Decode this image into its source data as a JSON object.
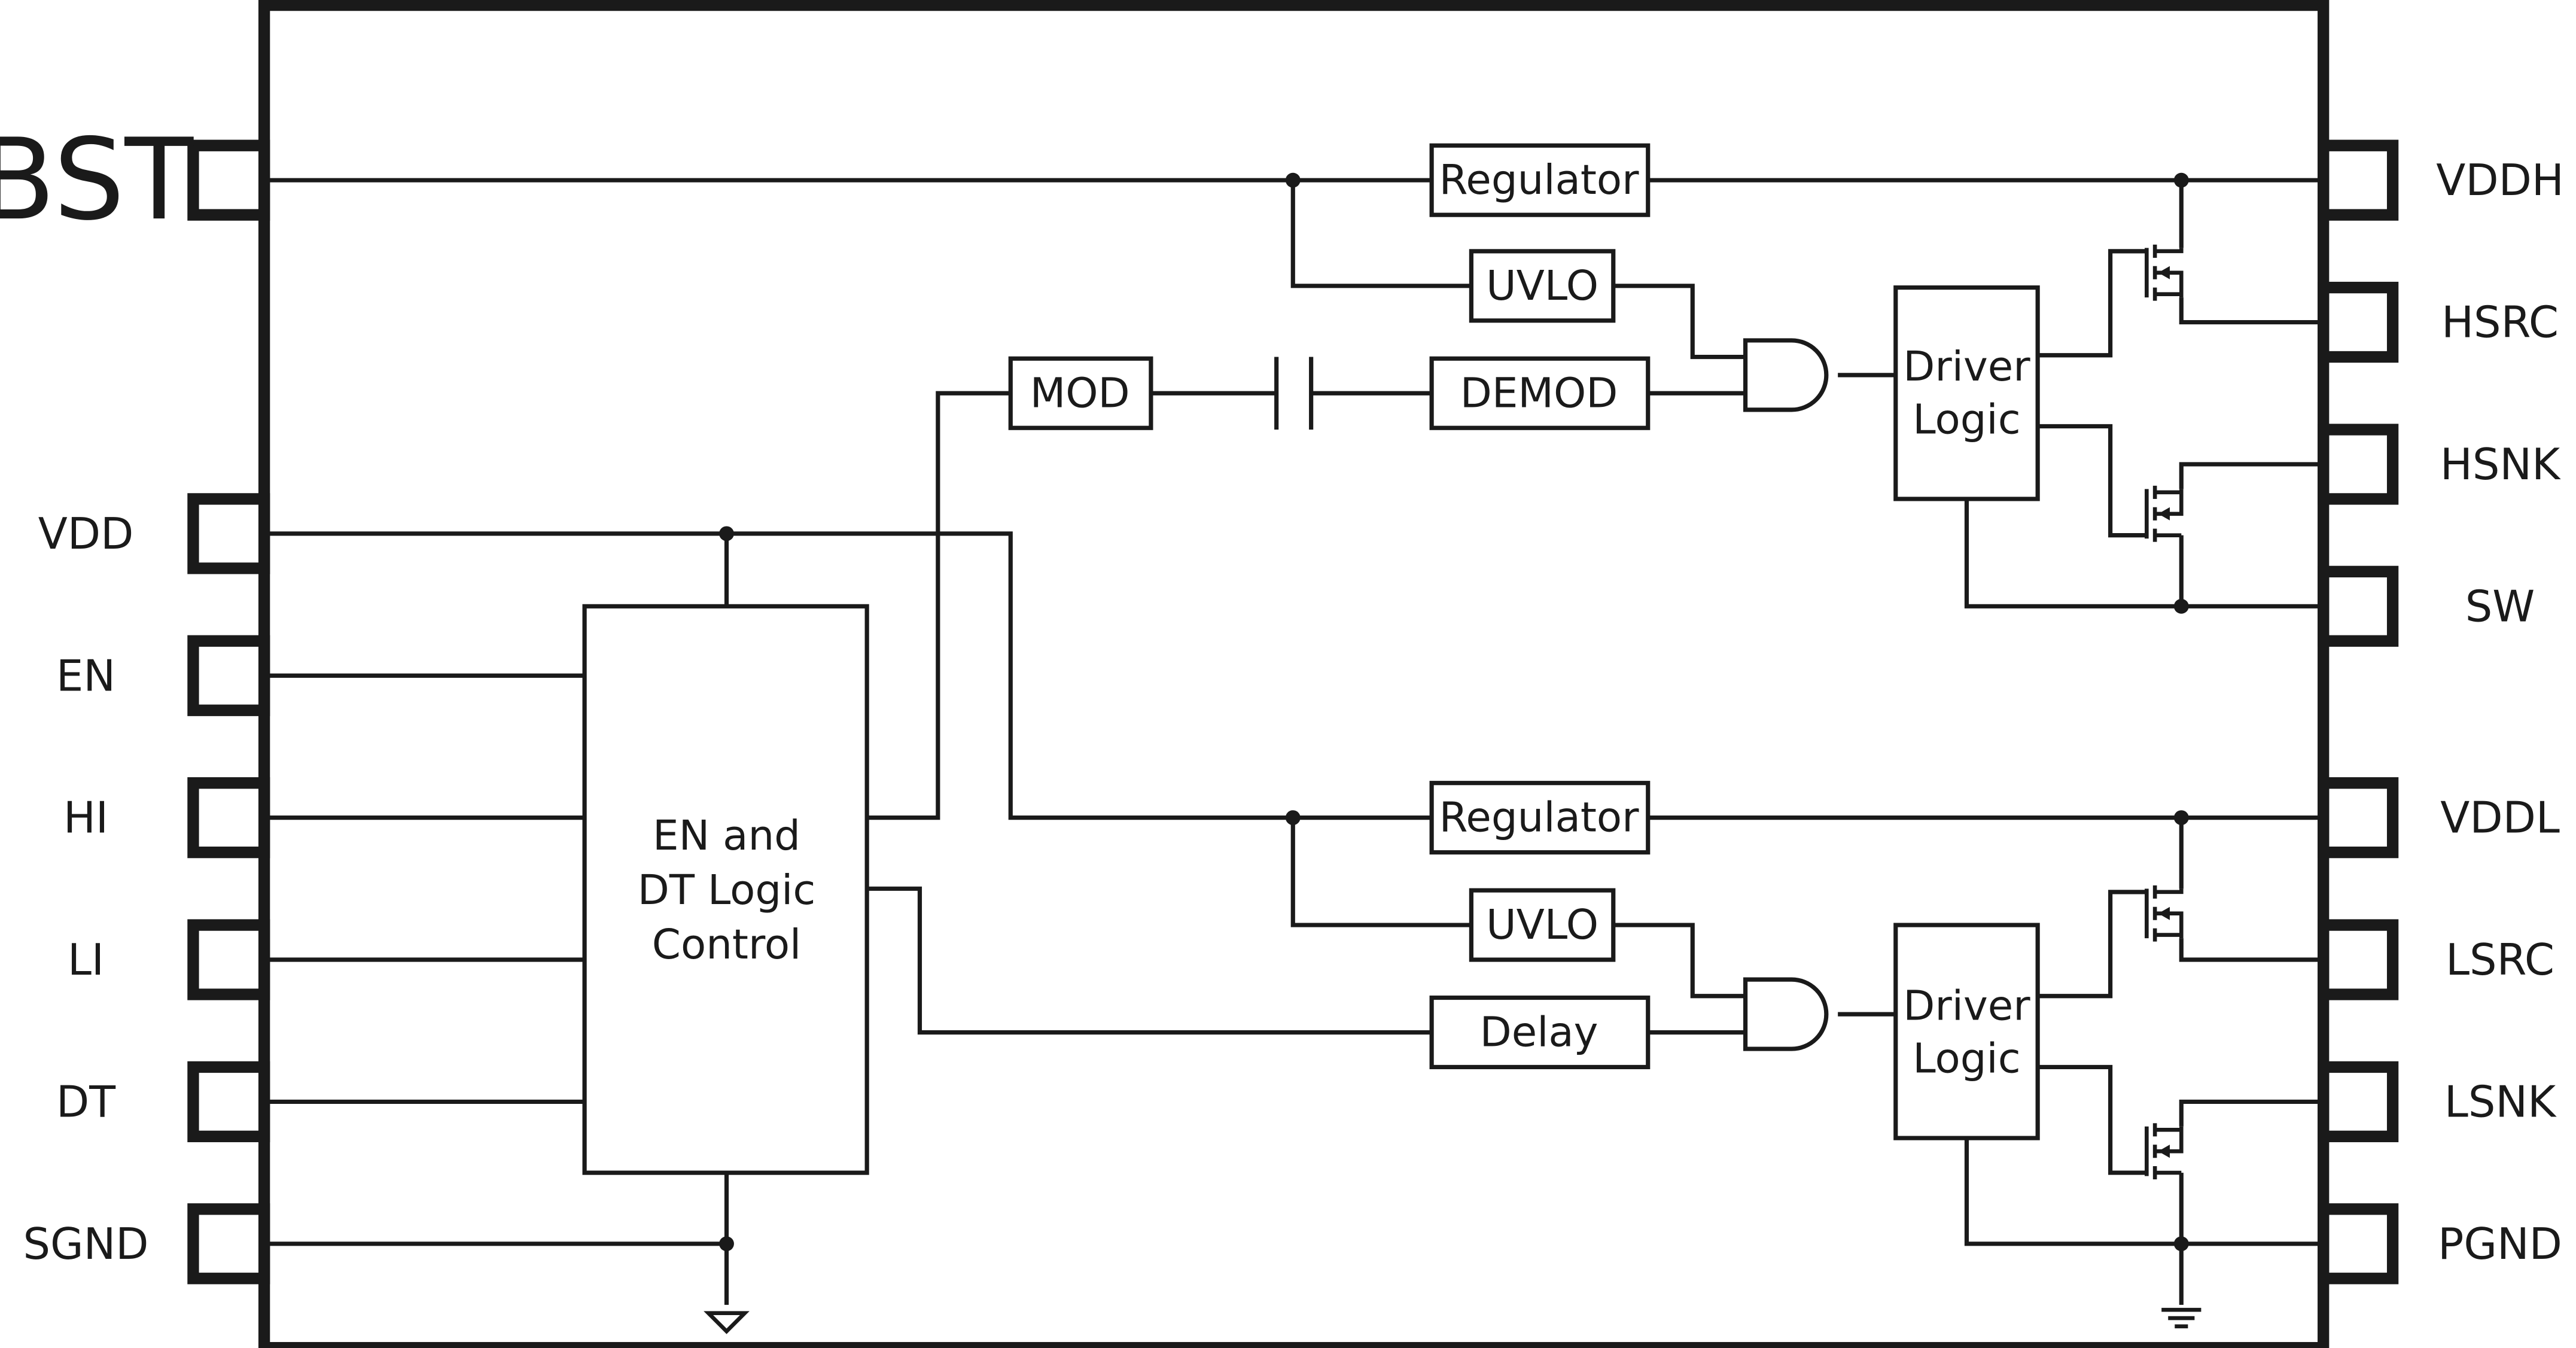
{
  "pins": {
    "left": [
      "BST",
      "VDD",
      "EN",
      "HI",
      "LI",
      "DT",
      "SGND"
    ],
    "right": [
      "VDDH",
      "HSRC",
      "HSNK",
      "SW",
      "VDDL",
      "LSRC",
      "LSNK",
      "PGND"
    ]
  },
  "blocks": {
    "regulator_high": "Regulator",
    "uvlo_high": "UVLO",
    "mod": "MOD",
    "demod": "DEMOD",
    "driver_high": [
      "Driver",
      "Logic"
    ],
    "regulator_low": "Regulator",
    "uvlo_low": "UVLO",
    "delay": "Delay",
    "driver_low": [
      "Driver",
      "Logic"
    ],
    "control": [
      "EN and",
      "DT Logic",
      "Control"
    ]
  }
}
